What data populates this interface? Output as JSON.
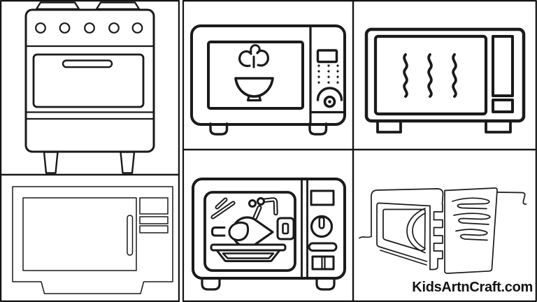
{
  "colors": {
    "background": "#ffffff",
    "line": "#1a1a1a",
    "grid_border": "#141414",
    "watermark_text": "#121212"
  },
  "watermark": {
    "text": "KidsArtnCraft.com"
  },
  "grid": {
    "rows": 2,
    "columns": 3,
    "cells": [
      {
        "name": "gas-stove-drawing",
        "label": "Gas stove with burners, five knobs and oven door coloring drawing"
      },
      {
        "name": "microwave-steaming-bowl-drawing",
        "label": "Microwave with steaming bowl, button pad and dial coloring drawing"
      },
      {
        "name": "microwave-steam-waves-drawing",
        "label": "Microwave with three steam waves coloring drawing"
      },
      {
        "name": "microwave-plain-drawing",
        "label": "Plain microwave with handle and side panel coloring drawing"
      },
      {
        "name": "microwave-roast-chicken-drawing",
        "label": "Microwave oven with roast chicken on tray coloring drawing"
      },
      {
        "name": "microwave-one-line-drawing",
        "label": "One-line doodle of a microwave with scribble panel"
      }
    ]
  }
}
